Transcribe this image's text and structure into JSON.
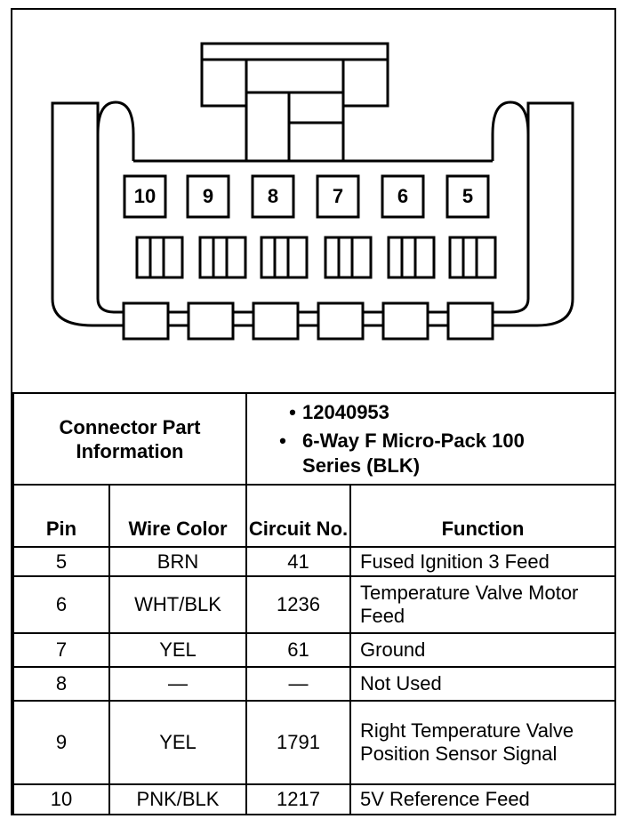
{
  "connector_labels": [
    "10",
    "9",
    "8",
    "7",
    "6",
    "5"
  ],
  "part_info": {
    "label": "Connector Part Information",
    "items": [
      "12040953",
      "6-Way F Micro-Pack 100 Series (BLK)"
    ]
  },
  "headers": {
    "pin": "Pin",
    "wire_color": "Wire Color",
    "circuit": "Circuit No.",
    "function": "Function"
  },
  "rows": [
    {
      "pin": "5",
      "wire_color": "BRN",
      "circuit": "41",
      "function": "Fused Ignition 3 Feed"
    },
    {
      "pin": "6",
      "wire_color": "WHT/BLK",
      "circuit": "1236",
      "function": "Temperature Valve Motor Feed"
    },
    {
      "pin": "7",
      "wire_color": "YEL",
      "circuit": "61",
      "function": "Ground"
    },
    {
      "pin": "8",
      "wire_color": "—",
      "circuit": "—",
      "function": "Not Used"
    },
    {
      "pin": "9",
      "wire_color": "YEL",
      "circuit": "1791",
      "function": "Right Temperature Valve Position Sensor Signal"
    },
    {
      "pin": "10",
      "wire_color": "PNK/BLK",
      "circuit": "1217",
      "function": "5V Reference Feed"
    }
  ]
}
